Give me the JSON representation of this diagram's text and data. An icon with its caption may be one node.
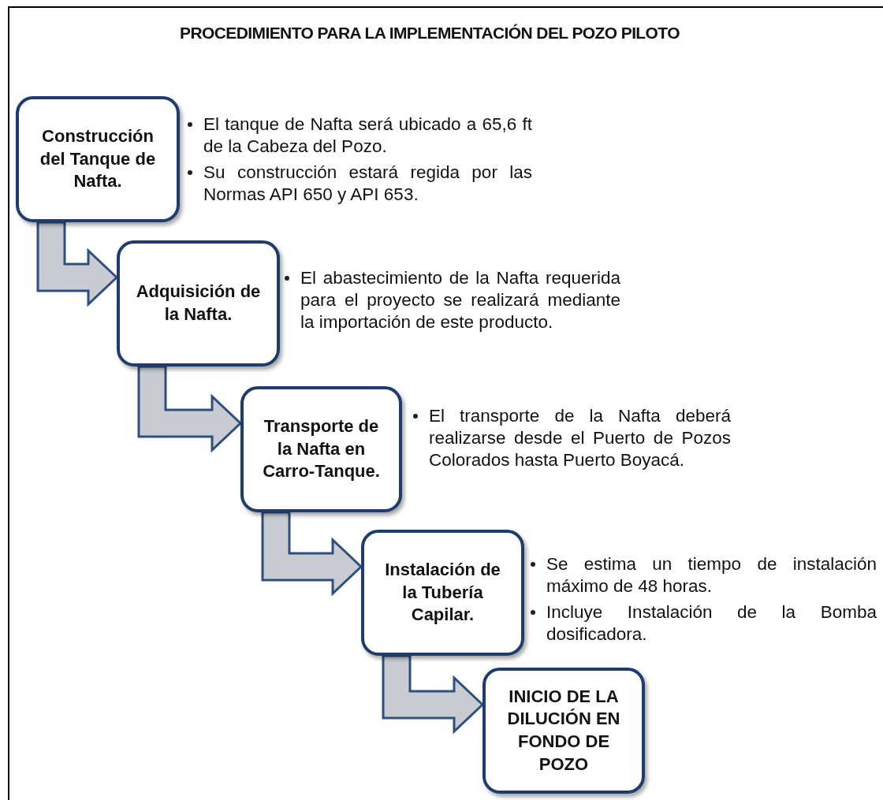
{
  "diagram": {
    "title": "PROCEDIMIENTO PARA LA IMPLEMENTACIÓN DEL POZO PILOTO",
    "nodes": [
      {
        "text": [
          "Construcción del Tanque de Nafta."
        ],
        "beside": [
          "El tanque de Nafta será ubicado a 65,6 ft de la Cabeza del Pozo.",
          "Su construcción estará regida por las Normas  API 650 y API 653."
        ]
      },
      {
        "text": [
          "Adquisición de la Nafta."
        ],
        "beside": [
          "El abastecimiento de la Nafta requerida para el proyecto se realizará mediante la importación de este producto."
        ]
      },
      {
        "text": [
          "Transporte de la Nafta en Carro-Tanque."
        ],
        "beside": [
          "El transporte de la Nafta deberá realizarse desde el Puerto de Pozos Colorados hasta Puerto Boyacá."
        ]
      },
      {
        "text": [
          "Instalación de la Tubería Capilar."
        ],
        "beside": [
          "Se estima un tiempo de instalación máximo de 48 horas.",
          "Incluye Instalación de la Bomba dosificadora."
        ]
      },
      {
        "text": [
          "INICIO DE LA DILUCIÓN EN FONDO DE POZO"
        ]
      }
    ],
    "edges": [
      {
        "from": 0,
        "to": 1,
        "arrow": "to"
      },
      {
        "from": 1,
        "to": 2,
        "arrow": "to"
      },
      {
        "from": 2,
        "to": 3,
        "arrow": "to"
      },
      {
        "from": 3,
        "to": 4,
        "arrow": "to"
      }
    ]
  }
}
